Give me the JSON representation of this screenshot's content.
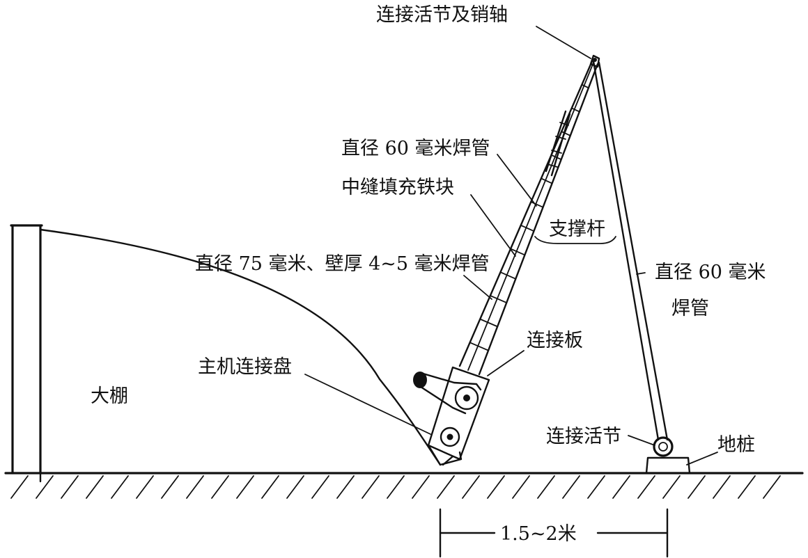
{
  "labels": {
    "connector_pin": "连接活节及销轴",
    "pipe_60_upper": "直径 60 毫米焊管",
    "iron_filler": "中缝填充铁块",
    "support_rod": "支撑杆",
    "pipe_75": "直径 75 毫米、壁厚 4~5 毫米焊管",
    "pipe_60_right_line1": "直径 60 毫米",
    "pipe_60_right_line2": "焊管",
    "connecting_plate": "连接板",
    "host_disc": "主机连接盘",
    "greenhouse": "大棚",
    "joint": "连接活节",
    "ground_pile": "地桩",
    "distance": "1.5~2米"
  },
  "colors": {
    "ink": "#111111",
    "background": "#ffffff"
  }
}
